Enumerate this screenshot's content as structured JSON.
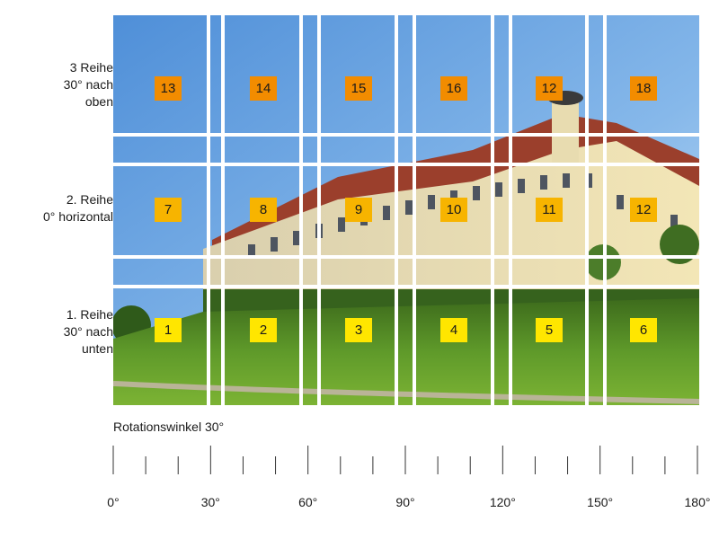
{
  "row_labels": {
    "row3": "3 Reihe\n30° nach\noben",
    "row2": "2. Reihe\n0° horizontal",
    "row1": "1. Reihe\n30° nach\nunten"
  },
  "tiles": {
    "row3": [
      "13",
      "14",
      "15",
      "16",
      "12",
      "18"
    ],
    "row2": [
      "7",
      "8",
      "9",
      "10",
      "11",
      "12"
    ],
    "row1": [
      "1",
      "2",
      "3",
      "4",
      "5",
      "6"
    ]
  },
  "tile_colors": {
    "row3": "#f28c00",
    "row2": "#f7b400",
    "row1": "#ffe600"
  },
  "rotation_title": "Rotationswinkel 30°",
  "scale_labels": [
    "0°",
    "30°",
    "60°",
    "90°",
    "120°",
    "150°",
    "180°"
  ],
  "icon_names": [
    "panorama-photo"
  ]
}
